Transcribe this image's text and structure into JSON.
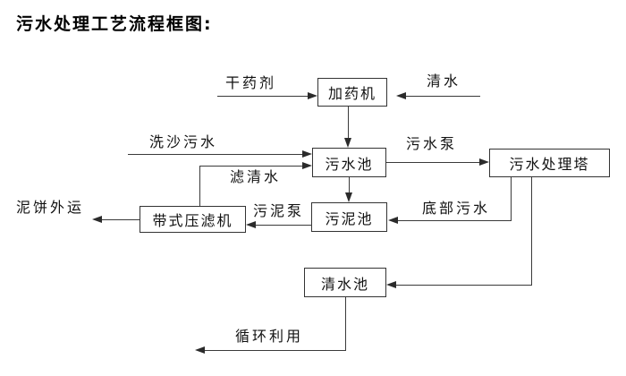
{
  "title": "污水处理工艺流程框图:",
  "nodes": {
    "dosing_machine": {
      "label": "加药机"
    },
    "sewage_pool": {
      "label": "污水池"
    },
    "treatment_tower": {
      "label": "污水处理塔"
    },
    "sludge_pool": {
      "label": "污泥池"
    },
    "belt_filter_press": {
      "label": "带式压滤机"
    },
    "clean_water_pool": {
      "label": "清水池"
    }
  },
  "edge_labels": {
    "dry_chemical": "干药剂",
    "clean_water_in": "清水",
    "sand_washing_sewage": "洗沙污水",
    "filtered_clean_water": "滤清水",
    "sewage_pump": "污水泵",
    "bottom_sewage": "底部污水",
    "sludge_pump": "污泥泵",
    "mud_cake_outbound": "泥饼外运",
    "recycled_use": "循环利用"
  },
  "connections": [
    {
      "from": "干药剂",
      "to": "加药机"
    },
    {
      "from": "清水",
      "to": "加药机"
    },
    {
      "from": "加药机",
      "to": "污水池"
    },
    {
      "from": "洗沙污水",
      "to": "污水池"
    },
    {
      "from": "带式压滤机",
      "to": "污水池",
      "label": "滤清水"
    },
    {
      "from": "污水池",
      "to": "污水处理塔",
      "label": "污水泵"
    },
    {
      "from": "污水池",
      "to": "污泥池"
    },
    {
      "from": "污水处理塔",
      "to": "污泥池",
      "label": "底部污水"
    },
    {
      "from": "污泥池",
      "to": "带式压滤机",
      "label": "污泥泵"
    },
    {
      "from": "带式压滤机",
      "to": "泥饼外运"
    },
    {
      "from": "污水处理塔",
      "to": "清水池"
    },
    {
      "from": "清水池",
      "to": "循环利用"
    }
  ],
  "colors": {
    "background": "#ffffff",
    "line": "#3a3a3a",
    "text": "#111111",
    "box_border": "#333333"
  }
}
